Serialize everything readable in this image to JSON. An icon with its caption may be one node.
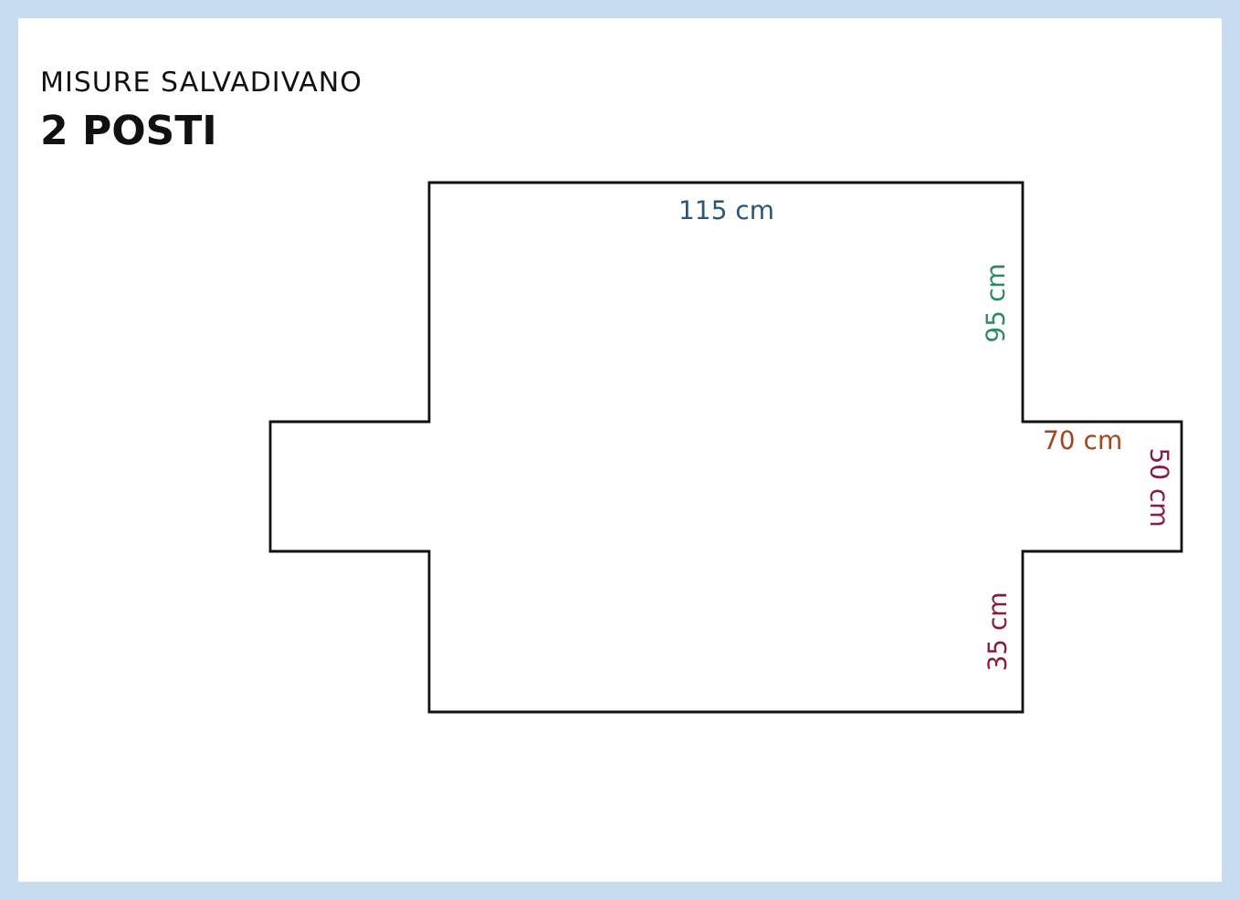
{
  "diagram": {
    "title": "MISURE SALVADIVANO",
    "labels": [
      "2 POSTI",
      "115 cm",
      "95 cm",
      "70 cm",
      "50 cm",
      "35 cm"
    ]
  }
}
